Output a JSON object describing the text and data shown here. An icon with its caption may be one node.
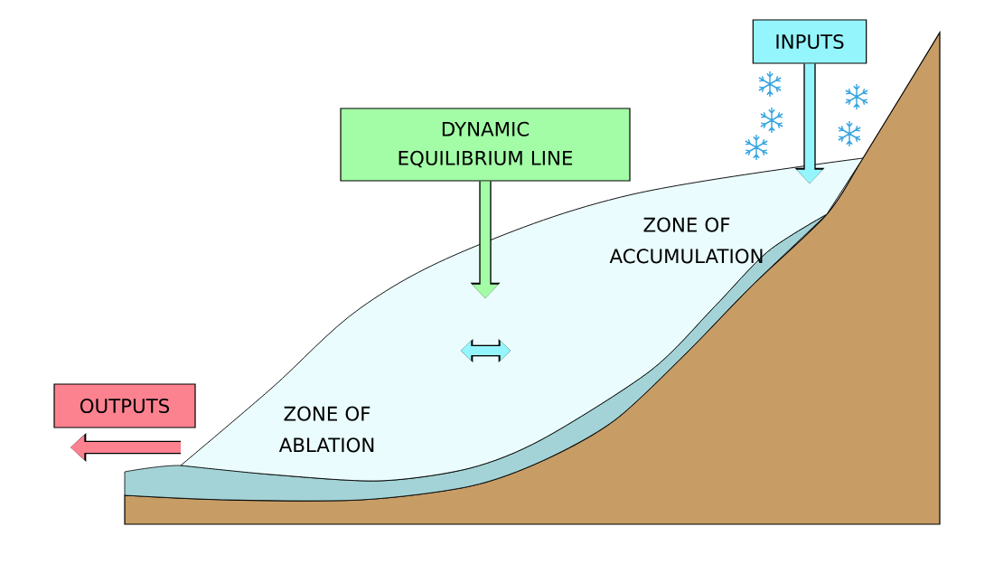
{
  "diagram": {
    "nodes": [
      {
        "text": [
          "INPUTS"
        ]
      },
      {
        "text": [
          "DYNAMIC EQUILIBRIUM LINE"
        ]
      },
      {
        "text": [
          "OUTPUTS"
        ]
      }
    ],
    "edges": [
      {
        "from": 0,
        "to": null,
        "arrow": "to",
        "color": "#95f5fc"
      },
      {
        "from": 1,
        "to": null,
        "arrow": "to",
        "color": "#a3fca6"
      }
    ],
    "labels": [
      "ZONE OF ACCUMULATION",
      "ZONE OF ABLATION"
    ]
  }
}
